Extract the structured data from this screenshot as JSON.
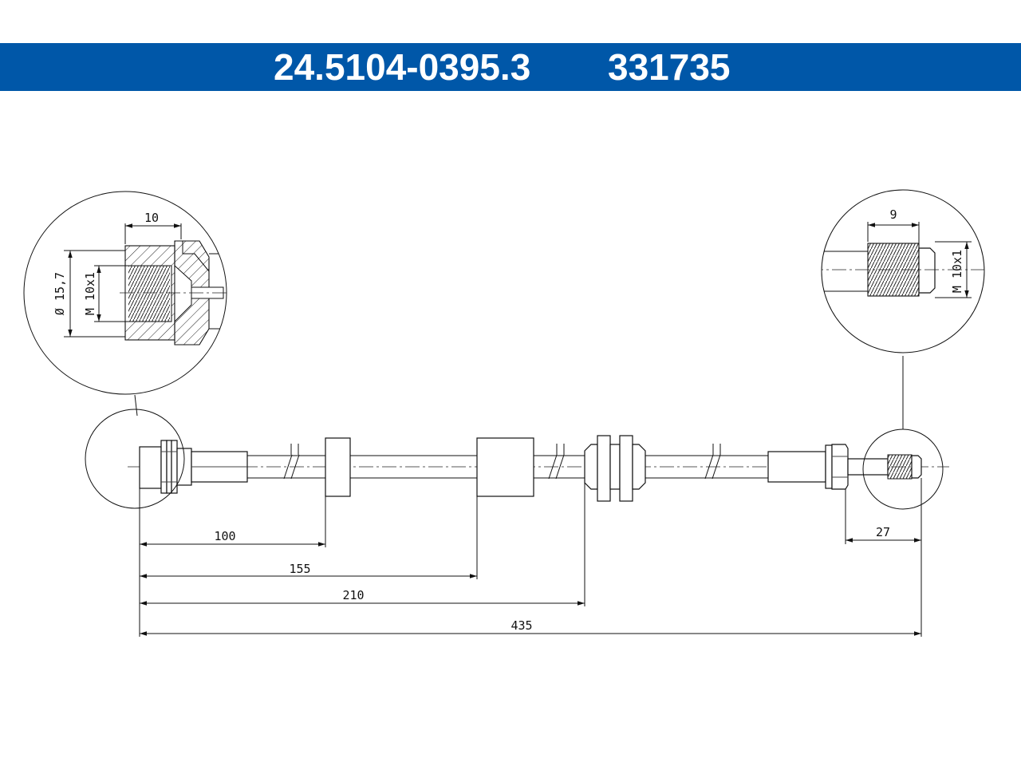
{
  "header": {
    "part_number": "24.5104-0395.3",
    "ref_number": "331735",
    "background_color": "#0057a8",
    "text_color": "#ffffff"
  },
  "left_detail": {
    "dim_length": "10",
    "dim_diameter": "Ø 15,7",
    "dim_thread": "M 10x1"
  },
  "right_detail": {
    "dim_length": "9",
    "dim_thread": "M 10x1"
  },
  "dimensions": {
    "d100": "100",
    "d155": "155",
    "d210": "210",
    "d435": "435",
    "d27": "27"
  }
}
